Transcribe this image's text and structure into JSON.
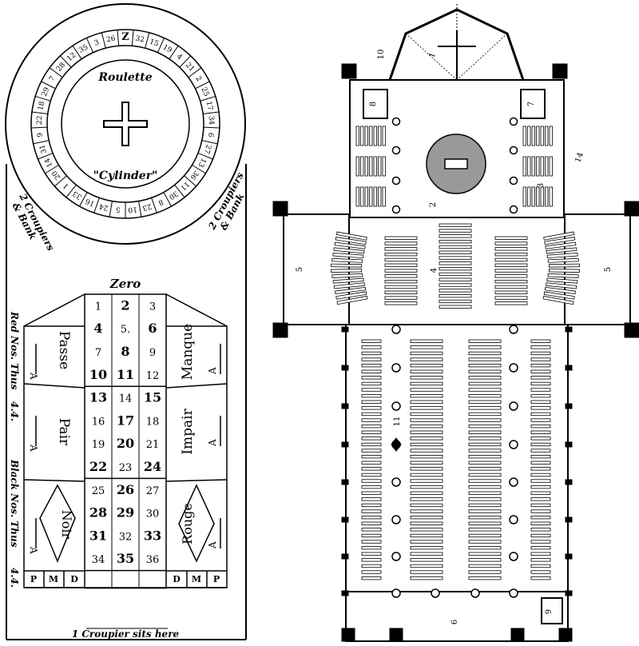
{
  "roulette": {
    "wheel_label_top": "Roulette",
    "wheel_label_bottom": "\"Cylinder\"",
    "wheel_numbers": [
      "Z",
      "32",
      "15",
      "19",
      "4",
      "21",
      "2",
      "25",
      "17",
      "34",
      "6",
      "27",
      "13",
      "36",
      "11",
      "30",
      "8",
      "23",
      "10",
      "5",
      "24",
      "16",
      "33",
      "1",
      "20",
      "14",
      "31",
      "9",
      "22",
      "18",
      "29",
      "7",
      "28",
      "12",
      "35",
      "3",
      "26"
    ],
    "croupier_left": [
      "2 Croupiers",
      "& Bank"
    ],
    "croupier_right": [
      "2 Croupiers",
      "& Bank"
    ],
    "croupier_bottom": "1 Croupier sits here",
    "zero_label": "Zero",
    "left_margin_top": "Red Nos. Thus",
    "left_margin_top_num": "4.4.",
    "left_margin_bottom": "Black Nos. Thus",
    "left_margin_bottom_num": "4.4.",
    "grid_numbers": [
      [
        "1",
        "2",
        "3"
      ],
      [
        "4",
        "5.",
        "6"
      ],
      [
        "7",
        "8",
        "9"
      ],
      [
        "10",
        "11",
        "12"
      ],
      [
        "13",
        "14",
        "15"
      ],
      [
        "16",
        "17",
        "18"
      ],
      [
        "19",
        "20",
        "21"
      ],
      [
        "22",
        "23",
        "24"
      ],
      [
        "25",
        "26",
        "27"
      ],
      [
        "28",
        "29",
        "30"
      ],
      [
        "31",
        "32",
        "33"
      ],
      [
        "34",
        "35",
        "36"
      ]
    ],
    "bold_numbers": [
      "2",
      "4",
      "6",
      "8",
      "10",
      "11",
      "13",
      "15",
      "17",
      "20",
      "22",
      "24",
      "26",
      "28",
      "29",
      "31",
      "33",
      "35"
    ],
    "left_bets": [
      "Passe",
      "Pair",
      "Noir"
    ],
    "right_bets": [
      "Manque",
      "Impair",
      "Rouge"
    ],
    "marker_letter": "A",
    "dozen_left": [
      "P",
      "M",
      "D"
    ],
    "dozen_right": [
      "D",
      "M",
      "P"
    ]
  },
  "church": {
    "labels": [
      "1",
      "2",
      "3",
      "4",
      "5",
      "5",
      "6",
      "7",
      "8",
      "9",
      "10",
      "11",
      "14"
    ]
  }
}
